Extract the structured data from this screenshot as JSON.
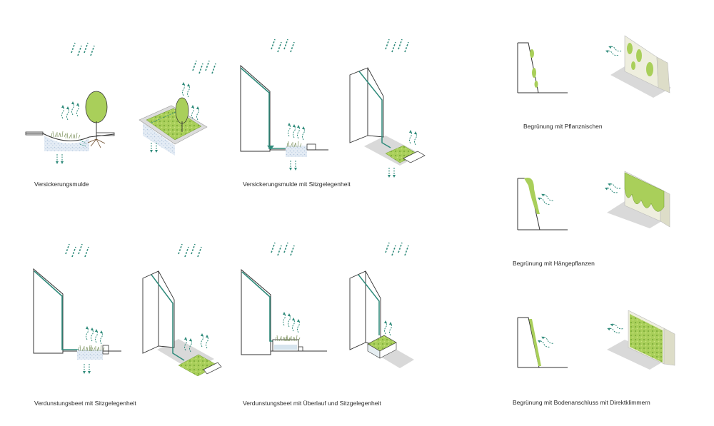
{
  "captions": {
    "versickerungsmulde": "Versickerungsmulde",
    "versickerungsmulde_sitz": "Versickerungsmulde mit Sitzgelegenheit",
    "verdunstungsbeet_sitz": "Verdunstungsbeet mit Sitzgelegenheit",
    "verdunstungsbeet_ueberlauf": "Verdunstungsbeet mit Überlauf und Sitzgelegenheit",
    "pflanznischen": "Begrünung mit Pflanznischen",
    "haengepflanzen": "Begrünung mit Hängepflanzen",
    "bodenanschluss": "Begrünung mit Bodenanschluss mit Direktklimmern"
  },
  "colors": {
    "rain": "#2e8a7a",
    "pipe": "#2e8a7a",
    "plant": "#a9cf5a",
    "plant_dark": "#6e9a2e",
    "gravel": "#c9d7e6",
    "shadow": "#d9d9d9",
    "line": "#333333"
  }
}
